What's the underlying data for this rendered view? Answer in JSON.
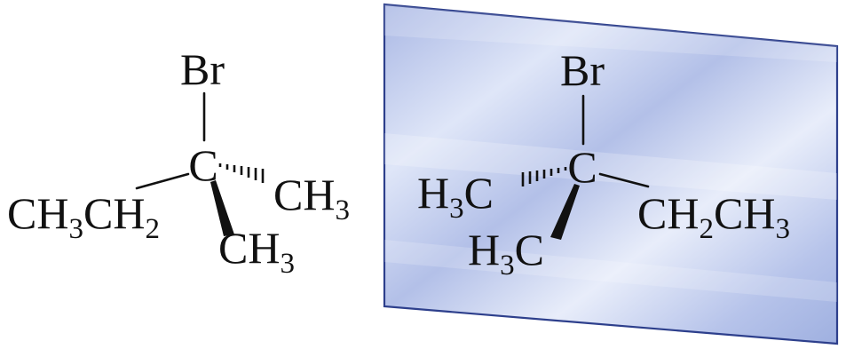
{
  "left_molecule": {
    "top_atom": "Br",
    "center_atom": "C",
    "left_group": {
      "a": "CH",
      "s1": "3",
      "b": "CH",
      "s2": "2"
    },
    "right_group": {
      "a": "CH",
      "s1": "3"
    },
    "bottom_group": {
      "a": "CH",
      "s1": "3"
    }
  },
  "right_molecule": {
    "top_atom": "Br",
    "center_atom": "C",
    "left_group": {
      "a": "H",
      "s1": "3",
      "b": "C"
    },
    "bottom_group": {
      "a": "H",
      "s1": "3",
      "b": "C"
    },
    "right_group": {
      "a": "CH",
      "s1": "2",
      "b": "CH",
      "s2": "3"
    }
  },
  "colors": {
    "text": "#111111",
    "mirror_fill": "#b8c5ea",
    "mirror_edge": "#2d3f8c"
  }
}
